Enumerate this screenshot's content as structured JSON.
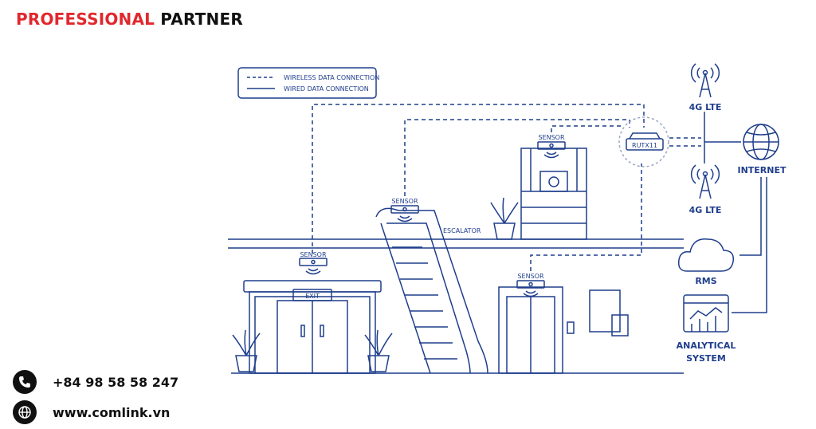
{
  "brand": {
    "part1": "PROFESSIONAL",
    "part2": "PARTNER"
  },
  "contact": {
    "phone": "+84 98 58 58 247",
    "website": "www.comlink.vn"
  },
  "legend": {
    "wireless": "WIRELESS DATA CONNECTION",
    "wired": "WIRED DATA CONNECTION"
  },
  "labels": {
    "sensor": "SENSOR",
    "exit": "EXIT",
    "escalator": "ESCALATOR",
    "router": "RUTX11",
    "lte_top": "4G LTE",
    "lte_bottom": "4G LTE",
    "internet": "INTERNET",
    "rms": "RMS",
    "analytical_1": "ANALYTICAL",
    "analytical_2": "SYSTEM"
  },
  "colors": {
    "line": "#1f3e8c",
    "brand_red": "#e0282e",
    "brand_dark": "#111111",
    "router_circle": "#9aa6c2"
  },
  "icons": [
    "phone-icon",
    "globe-icon",
    "cell-tower-icon",
    "internet-globe-icon",
    "cloud-icon",
    "dashboard-icon",
    "plant-icon",
    "router-icon"
  ]
}
